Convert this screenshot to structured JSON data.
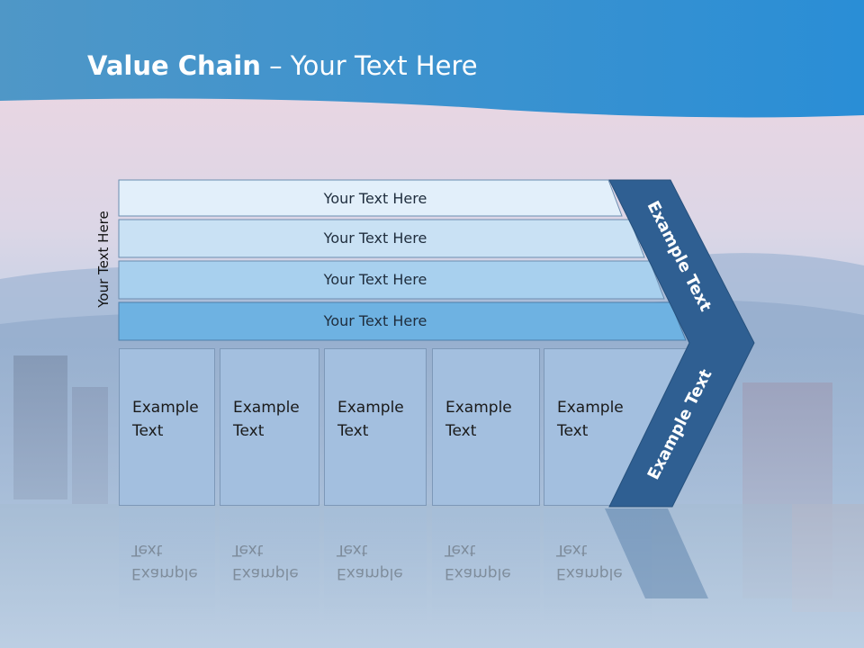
{
  "slide": {
    "title_bold": "Value Chain",
    "title_rest": " – Your Text Here",
    "vertical_label": "Your Text Here"
  },
  "bars": [
    {
      "label": "Your Text Here",
      "fill": "#e2effa"
    },
    {
      "label": "Your Text Here",
      "fill": "#c9e1f4"
    },
    {
      "label": "Your Text Here",
      "fill": "#a8d0ee"
    },
    {
      "label": "Your Text Here",
      "fill": "#6eb2e2"
    }
  ],
  "boxes": [
    {
      "line1": "Example",
      "line2": "Text"
    },
    {
      "line1": "Example",
      "line2": "Text"
    },
    {
      "line1": "Example",
      "line2": "Text"
    },
    {
      "line1": "Example",
      "line2": "Text"
    },
    {
      "line1": "Example",
      "line2": "Text"
    }
  ],
  "chevron": {
    "upper_label": "Example Text",
    "lower_label": "Example Text",
    "color": "#2f5f92"
  }
}
